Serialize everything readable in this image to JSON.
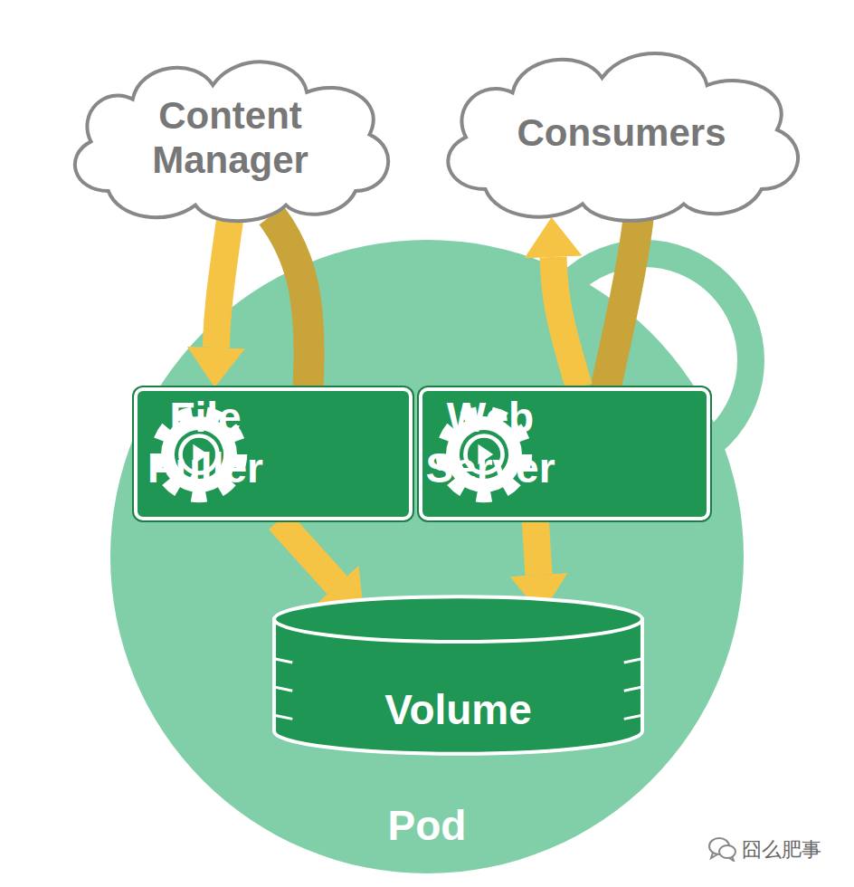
{
  "diagram": {
    "nodes": [
      {
        "text": [
          "Content Manager"
        ]
      },
      {
        "text": [
          "Consumers"
        ]
      },
      {
        "text": [
          "Pod"
        ]
      },
      {
        "text": [
          "File Puller"
        ],
        "in": 2
      },
      {
        "text": [
          "Web Server"
        ],
        "in": 2
      },
      {
        "text": [
          "Volume"
        ],
        "in": 2
      }
    ],
    "edges": [
      {
        "from": 0,
        "to": 3,
        "arrow": "to"
      },
      {
        "from": 4,
        "to": 1,
        "arrow": "to"
      },
      {
        "from": 3,
        "to": 5,
        "arrow": "to"
      },
      {
        "from": 4,
        "to": 5,
        "arrow": "to"
      }
    ],
    "labels": [
      "囧么肥事"
    ]
  }
}
